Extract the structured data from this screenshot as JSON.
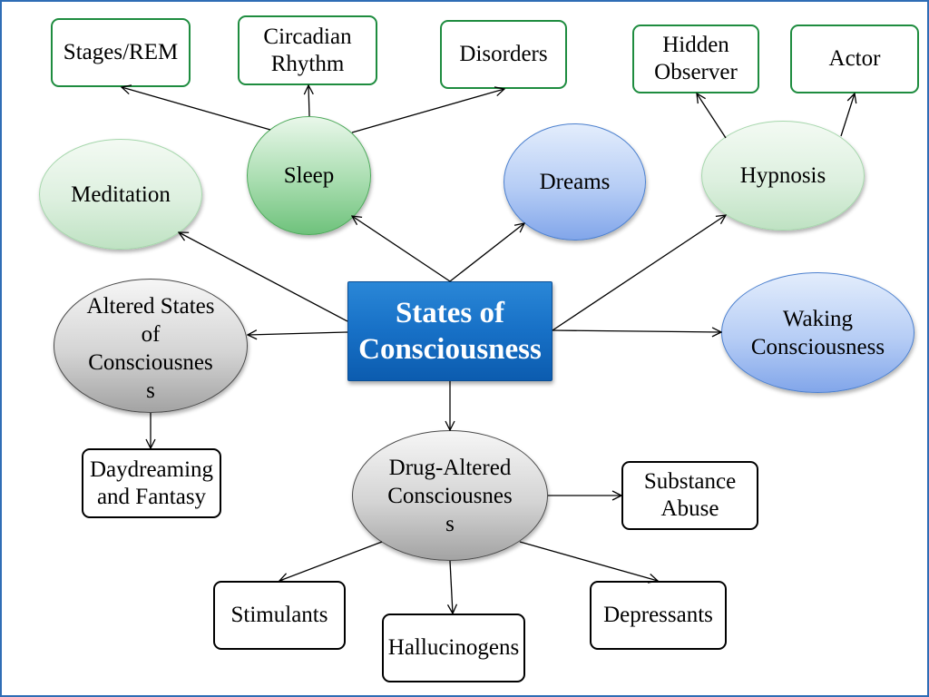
{
  "nodes": {
    "center": {
      "lines": [
        "States of",
        "Consciousness"
      ]
    },
    "meditation": {
      "lines": [
        "Meditation"
      ]
    },
    "sleep": {
      "lines": [
        "Sleep"
      ]
    },
    "dreams": {
      "lines": [
        "Dreams"
      ]
    },
    "hypnosis": {
      "lines": [
        "Hypnosis"
      ]
    },
    "waking": {
      "lines": [
        "Waking",
        "Consciousness"
      ]
    },
    "altered_states": {
      "lines": [
        "Altered States",
        "of",
        "Consciousnes",
        "s"
      ]
    },
    "drug_altered": {
      "lines": [
        "Drug-Altered",
        "Consciousnes",
        "s"
      ]
    },
    "stages_rem": {
      "lines": [
        "Stages/REM"
      ]
    },
    "circadian_rhythm": {
      "lines": [
        "Circadian",
        "Rhythm"
      ]
    },
    "disorders": {
      "lines": [
        "Disorders"
      ]
    },
    "hidden_observer": {
      "lines": [
        "Hidden",
        "Observer"
      ]
    },
    "actor": {
      "lines": [
        "Actor"
      ]
    },
    "daydreaming": {
      "lines": [
        "Daydreaming",
        "and Fantasy"
      ]
    },
    "substance_abuse": {
      "lines": [
        "Substance",
        "Abuse"
      ]
    },
    "stimulants": {
      "lines": [
        "Stimulants"
      ]
    },
    "hallucinogens": {
      "lines": [
        "Hallucinogens"
      ]
    },
    "depressants": {
      "lines": [
        "Depressants"
      ]
    }
  },
  "colors": {
    "slide_border": "#2F6DB5",
    "center_fill_top": "#2A87D7",
    "center_fill_bottom": "#0C5CAF",
    "center_text": "#FFFFFF",
    "green_ellipse_top": "#F3FAF3",
    "green_ellipse_bottom": "#BFE2C3",
    "sleep_top": "#E9F7EA",
    "sleep_bottom": "#6FC27C",
    "blue_ellipse_top": "#E3EDFC",
    "blue_ellipse_bottom": "#82A6EA",
    "gray_ellipse_top": "#F6F6F6",
    "gray_ellipse_bottom": "#A3A3A3",
    "green_box_border": "#1E8C3F",
    "black_box_border": "#000000",
    "label_text": "#000000",
    "arrow": "#000000"
  }
}
